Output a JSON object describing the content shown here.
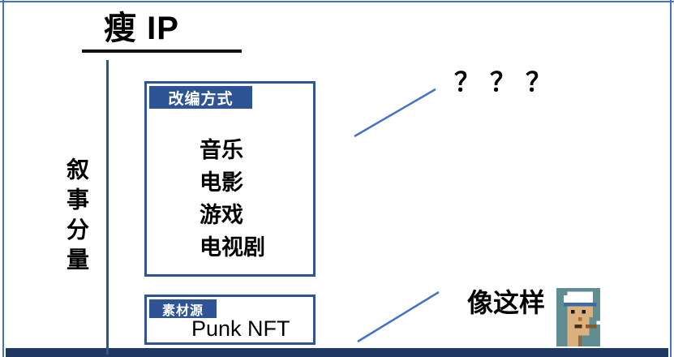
{
  "slide": {
    "title": "瘦 IP",
    "y_axis_label": "叙事分量",
    "adaptation_box": {
      "badge": "改编方式",
      "items": [
        "音乐",
        "电影",
        "游戏",
        "电视剧"
      ]
    },
    "source_box": {
      "badge": "素材源",
      "value": "Punk NFT"
    },
    "annotations": {
      "question_marks": "？？？",
      "like_this_label": "像这样"
    },
    "icons": {
      "punk_pixel_art": "punk-nft-avatar"
    },
    "colors": {
      "accent_blue": "#4472C4",
      "box_navy": "#2F5496",
      "bar_navy": "#1F3864"
    }
  }
}
